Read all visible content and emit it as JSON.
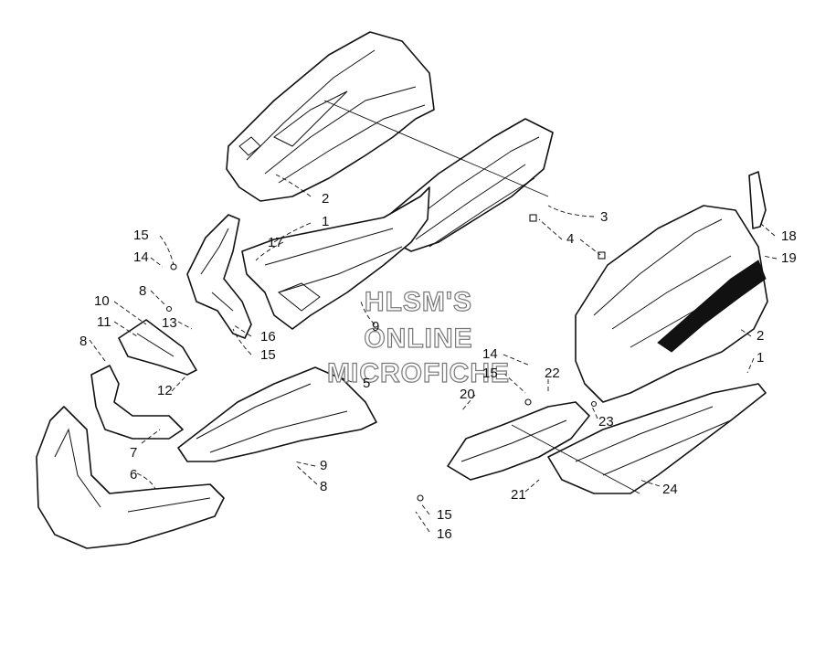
{
  "watermark": {
    "line1": "HLSM'S",
    "line2": "ONLINE",
    "line3": "MICROFICHE"
  },
  "callouts": {
    "c1a": "1",
    "c1b": "1",
    "c2a": "2",
    "c2b": "2",
    "c3": "3",
    "c4": "4",
    "c5": "5",
    "c6": "6",
    "c7": "7",
    "c8a": "8",
    "c8b": "8",
    "c8c": "8",
    "c9a": "9",
    "c9b": "9",
    "c10": "10",
    "c11": "11",
    "c12": "12",
    "c13": "13",
    "c14a": "14",
    "c14b": "14",
    "c15a": "15",
    "c15b": "15",
    "c15c": "15",
    "c15d": "15",
    "c16a": "16",
    "c16b": "16",
    "c17": "17",
    "c18": "18",
    "c19": "19",
    "c20": "20",
    "c21": "21",
    "c22": "22",
    "c23": "23",
    "c24": "24"
  }
}
